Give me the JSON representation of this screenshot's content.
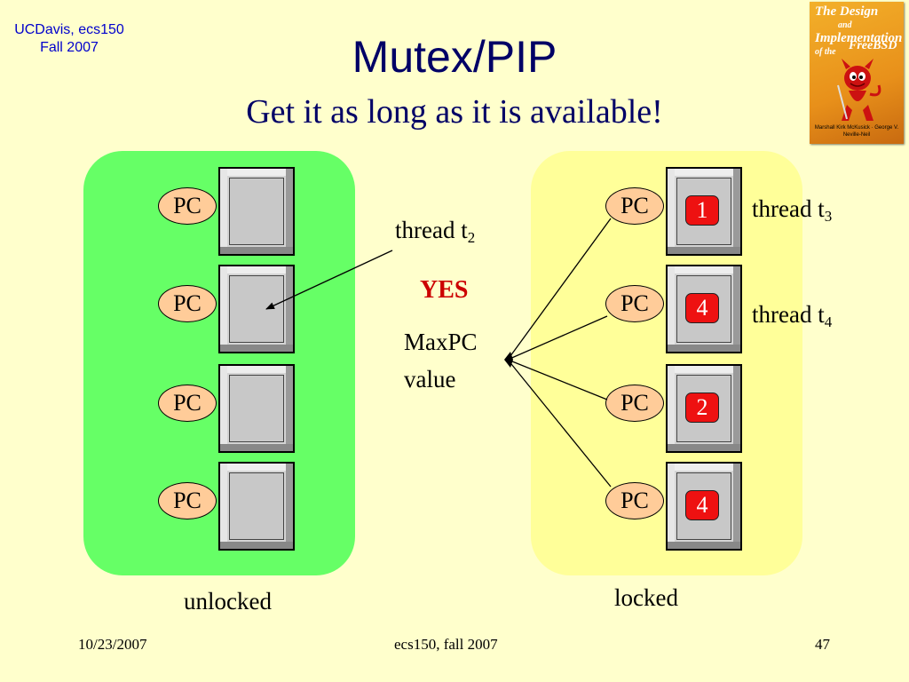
{
  "header": {
    "line1": "UCDavis, ecs150",
    "line2": "Fall 2007"
  },
  "title": "Mutex/PIP",
  "subtitle": "Get it as long as it is available!",
  "book_cover": {
    "title_lines": [
      "The Design",
      "and",
      "Implementation",
      "of the"
    ],
    "brand": "FreeBSD",
    "authors": "Marshall Kirk McKusick · George V. Neville-Neil"
  },
  "unlocked_group": {
    "label": "unlocked",
    "rows": [
      {
        "pc": "PC"
      },
      {
        "pc": "PC"
      },
      {
        "pc": "PC"
      },
      {
        "pc": "PC"
      }
    ]
  },
  "locked_group": {
    "label": "locked",
    "rows": [
      {
        "pc": "PC",
        "priority": "1"
      },
      {
        "pc": "PC",
        "priority": "4"
      },
      {
        "pc": "PC",
        "priority": "2"
      },
      {
        "pc": "PC",
        "priority": "4"
      }
    ]
  },
  "annotations": {
    "thread_t2": {
      "text": "thread t",
      "sub": "2"
    },
    "yes": "YES",
    "maxpc_line1": "MaxPC",
    "maxpc_line2": "value",
    "thread_t3": {
      "text": "thread t",
      "sub": "3"
    },
    "thread_t4": {
      "text": "thread t",
      "sub": "4"
    }
  },
  "footer": {
    "date": "10/23/2007",
    "course": "ecs150, fall 2007",
    "page": "47"
  },
  "colors": {
    "title": "#000066",
    "header": "#0000cc",
    "unlocked_bg": "#66ff66",
    "locked_bg": "#ffff99",
    "pc_oval": "#ffcc99",
    "badge": "#ee1111",
    "yes": "#cc0000",
    "slide_bg": "#ffffcc"
  }
}
